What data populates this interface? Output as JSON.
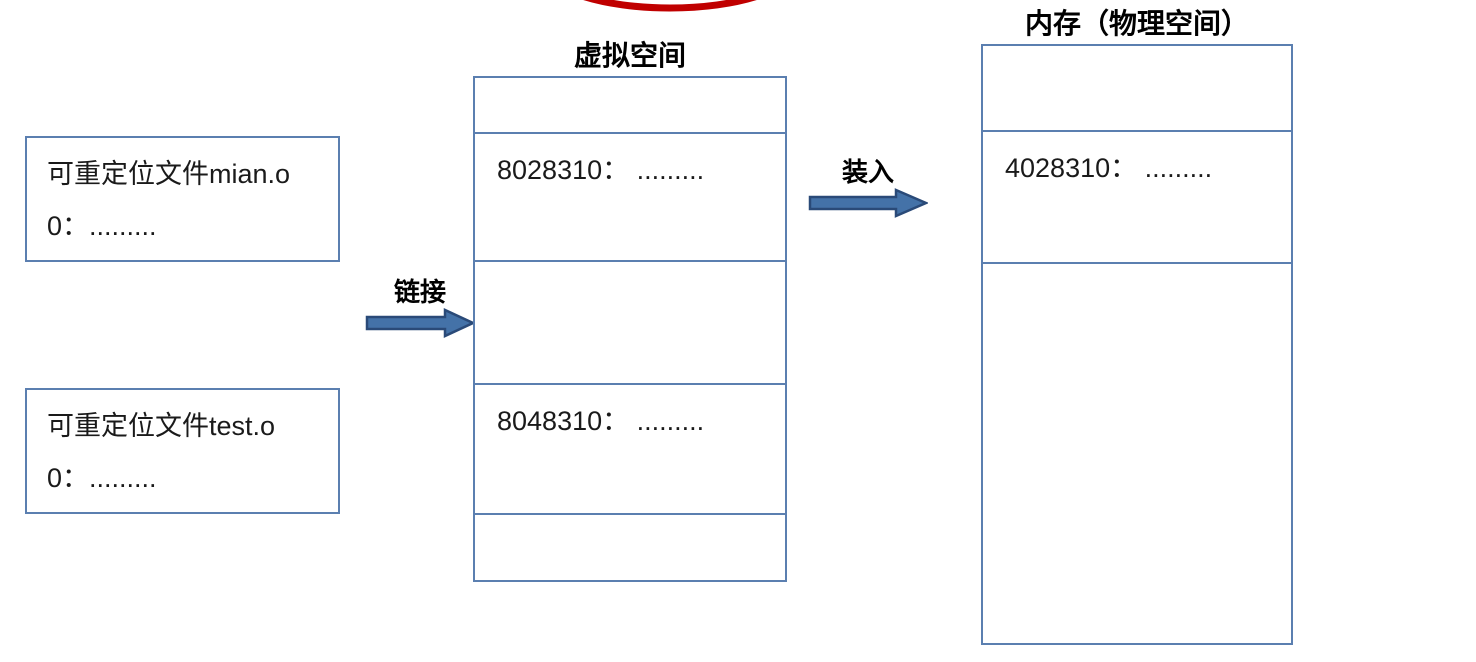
{
  "diagram": {
    "title_virtual": "虚拟空间",
    "title_memory": "内存（物理空间）",
    "left_boxes": [
      {
        "name": "relocatable-file-main",
        "line1": "可重定位文件mian.o",
        "line2": "0：........."
      },
      {
        "name": "relocatable-file-test",
        "line1": "可重定位文件test.o",
        "line2": "0：........."
      }
    ],
    "virtual_space": {
      "rows": [
        {
          "text": ""
        },
        {
          "text": "8028310： ........."
        },
        {
          "text": ""
        },
        {
          "text": "8048310： ........."
        },
        {
          "text": ""
        }
      ]
    },
    "physical_memory": {
      "rows": [
        {
          "text": ""
        },
        {
          "text": "4028310： ........."
        },
        {
          "text": ""
        }
      ]
    },
    "arrows": [
      {
        "name": "link-arrow",
        "label": "链接"
      },
      {
        "name": "load-arrow",
        "label": "装入"
      }
    ],
    "colors": {
      "border": "#5b7fb0",
      "arrow_fill": "#4472a8",
      "arrow_stroke": "#2a4a78",
      "annotation": "#c00000",
      "text": "#1a1a1a"
    }
  }
}
